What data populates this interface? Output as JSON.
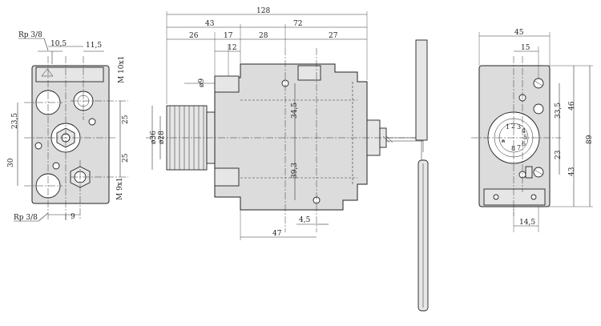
{
  "left_view": {
    "rp_top": "Rp 3/8",
    "d_10_5": "10,5",
    "d_11_5": "11,5",
    "thread_m10": "M 10x1",
    "d_23_5": "23,5",
    "d_30": "30",
    "d_25_a": "25",
    "d_25_b": "25",
    "thread_m9": "M 9x1",
    "rp_bottom": "Rp 3/8",
    "d_9": "9"
  },
  "side_view": {
    "d_128": "128",
    "d_43": "43",
    "d_72": "72",
    "d_26": "26",
    "d_17": "17",
    "d_28": "28",
    "d_27": "27",
    "d_12": "12",
    "dia_9": "ø9",
    "dia_36": "ø36",
    "dia_28": "ø28",
    "d_34_5": "34,5",
    "d_39_3": "39,3",
    "d_4_5": "4,5",
    "d_47": "47"
  },
  "right_view": {
    "d_45": "45",
    "d_15": "15",
    "d_33_5": "33,5",
    "d_46": "46",
    "d_89": "89",
    "d_23": "23",
    "d_43": "43",
    "d_14_5": "14,5",
    "dial_numbers": [
      "1",
      "2",
      "3",
      "4",
      "5",
      "6",
      "7",
      "8"
    ]
  }
}
